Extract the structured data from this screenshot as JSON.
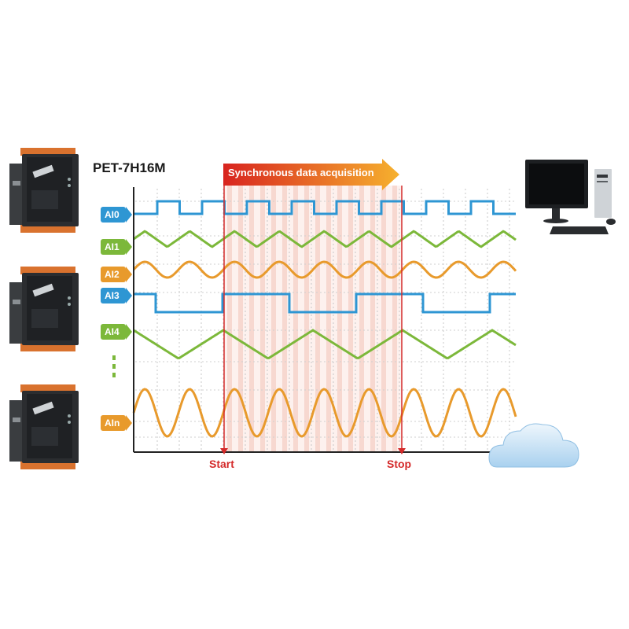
{
  "device_name": "PET-7H16M",
  "banner": {
    "label": "Synchronous data acquisition"
  },
  "markers": {
    "start": "Start",
    "stop": "Stop"
  },
  "channels": [
    {
      "id": "AI0",
      "wave": "square",
      "color": "#2e96d3"
    },
    {
      "id": "AI1",
      "wave": "triangle",
      "color": "#7cb83a"
    },
    {
      "id": "AI2",
      "wave": "sine",
      "color": "#e89a2c"
    },
    {
      "id": "AI3",
      "wave": "square-slow",
      "color": "#2e96d3"
    },
    {
      "id": "AI4",
      "wave": "triangle-slow",
      "color": "#7cb83a"
    },
    {
      "id": "AIn",
      "wave": "sine-large",
      "color": "#e89a2c"
    }
  ],
  "icons": {
    "device": "io-module-icon",
    "computer": "desktop-computer-icon",
    "cloud": "cloud-icon"
  },
  "colors": {
    "acquisition_band": "#f4cfc6",
    "marker": "#d42a2a",
    "banner_start": "#d8241f",
    "banner_end": "#f6b12e"
  }
}
